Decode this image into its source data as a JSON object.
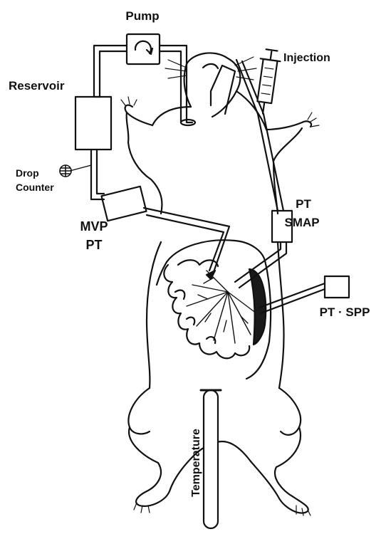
{
  "labels": {
    "pump": "Pump",
    "injection": "Injection",
    "reservoir": "Reservoir",
    "drop": "Drop",
    "counter": "Counter",
    "pt_top": "PT",
    "smap": "SMAP",
    "mvp": "MVP",
    "pt_left": "PT",
    "pt_spp": "PT · SPP",
    "temperature": "Temperature"
  },
  "colors": {
    "ink": "#111111",
    "background": "#ffffff"
  }
}
